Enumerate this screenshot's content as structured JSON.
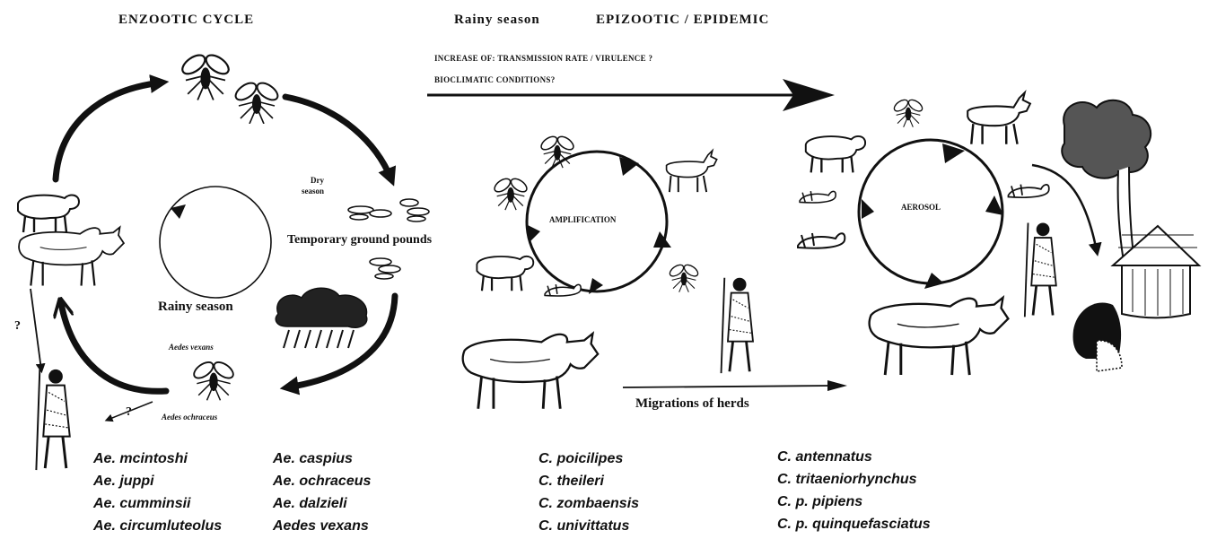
{
  "headers": {
    "enzootic": "ENZOOTIC  CYCLE",
    "rainy_top": "Rainy season",
    "epizootic": "EPIZOOTIC / EPIDEMIC"
  },
  "increase_lines": [
    "INCREASE OF: TRANSMISSION RATE / VIRULENCE ?",
    "BIOCLIMATIC CONDITIONS?"
  ],
  "cycle_labels": {
    "dry_season_1": "Dry",
    "dry_season_2": "season",
    "temporary_ponds": "Temporary ground pounds",
    "rainy_season": "Rainy season",
    "aedes_vexans": "Aedes vexans",
    "aedes_ochraceus": "Aedes ochraceus",
    "question_1": "?",
    "question_2": "?",
    "amplification": "AMPLIFICATION",
    "aerosol": "AEROSOL",
    "migrations": "Migrations of herds"
  },
  "species_columns": [
    [
      "Ae. mcintoshi",
      "Ae. juppi",
      "Ae. cumminsii",
      "Ae. circumluteolus"
    ],
    [
      "Ae. caspius",
      "Ae. ochraceus",
      "Ae. dalzieli",
      "Aedes vexans"
    ],
    [
      "C. poicilipes",
      "C. theileri",
      "C. zombaensis",
      "C. univittatus"
    ],
    [
      "C. antennatus",
      "C. tritaeniorhynchus",
      "C. p. pipiens",
      "C. p. quinquefasciatus"
    ]
  ],
  "icons": [
    "mosquito-icon",
    "sheep-icon",
    "cattle-icon",
    "goat-icon",
    "herdsman-icon",
    "rain-cloud-icon",
    "tree-icon",
    "hut-icon",
    "person-icon",
    "pond-icon"
  ],
  "colors": {
    "ink": "#111111",
    "background": "#ffffff"
  }
}
